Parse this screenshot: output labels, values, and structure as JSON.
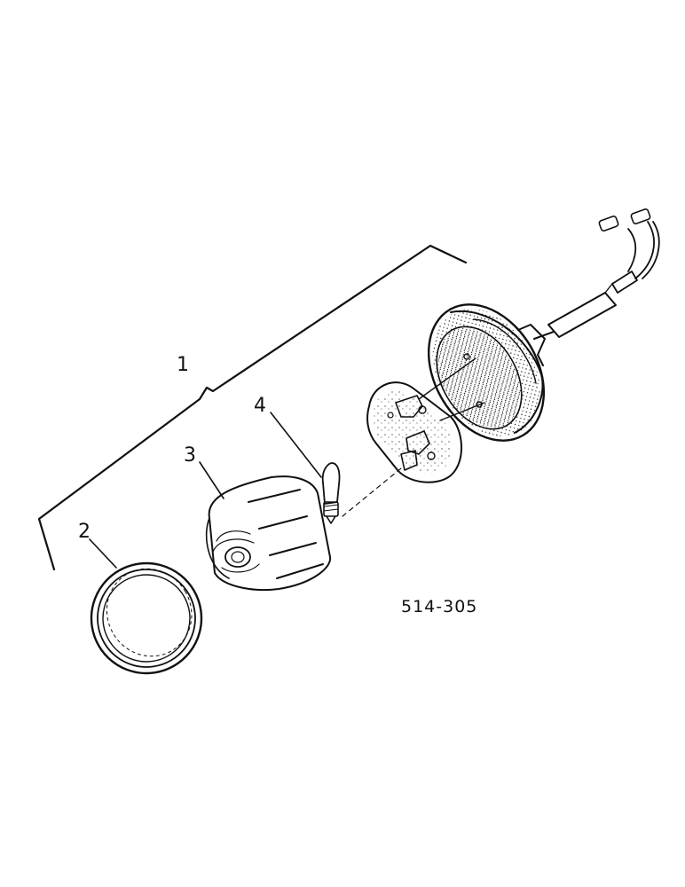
{
  "diagram": {
    "reference_number": "514-305",
    "callouts": [
      {
        "id": "1",
        "label": "1"
      },
      {
        "id": "2",
        "label": "2"
      },
      {
        "id": "3",
        "label": "3"
      },
      {
        "id": "4",
        "label": "4"
      }
    ]
  },
  "colors": {
    "ink": "#111111",
    "background": "#ffffff"
  }
}
